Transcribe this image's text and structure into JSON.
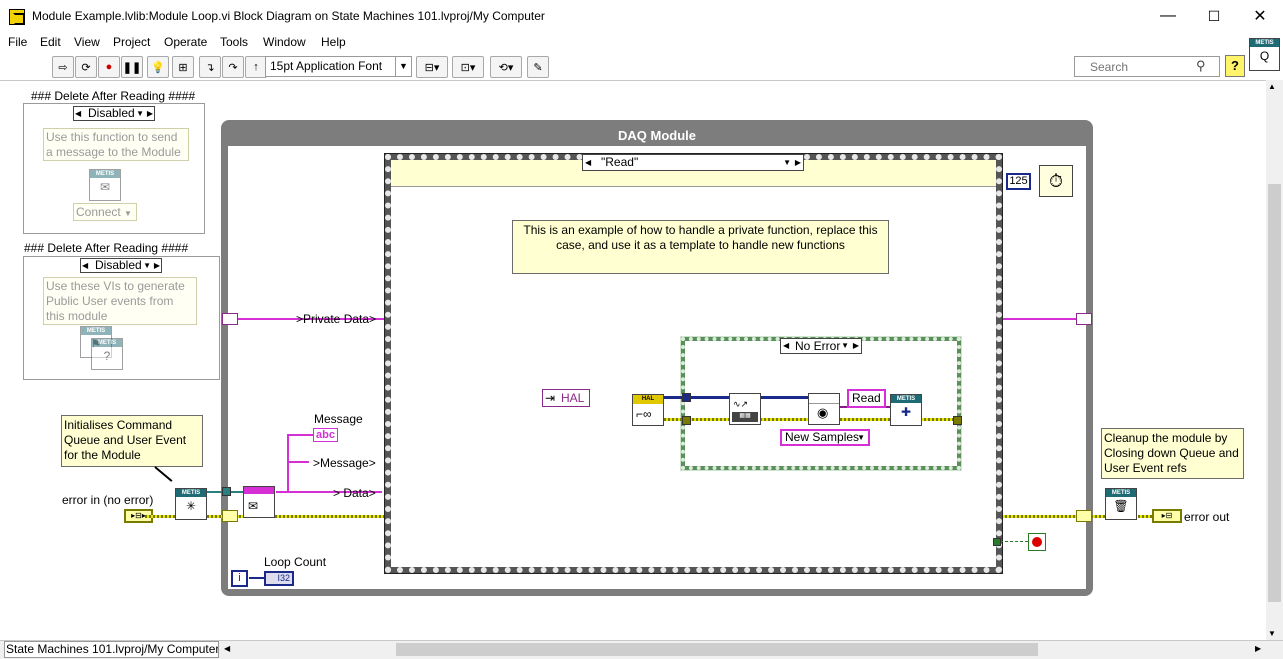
{
  "window": {
    "title": "Module Example.lvlib:Module Loop.vi Block Diagram on State Machines 101.lvproj/My Computer",
    "minimize": "—",
    "maximize": "☐",
    "close": "✕"
  },
  "menu": [
    "File",
    "Edit",
    "View",
    "Project",
    "Operate",
    "Tools",
    "Window",
    "Help"
  ],
  "toolbar": {
    "font": "15pt Application Font",
    "search_placeholder": "Search",
    "help": "?"
  },
  "metis_header": "METIS",
  "diagram": {
    "note1": {
      "heading": "### Delete After Reading ####",
      "ring": "Disabled",
      "text": "Use this function to send a message to the Module",
      "ring2": "Connect"
    },
    "note2": {
      "heading": "### Delete After Reading ####",
      "ring": "Disabled",
      "text": "Use these VIs to generate Public User events from this module"
    },
    "init_comment": "Initialises Command Queue and User Event for the Module",
    "error_in": "error in (no error)",
    "message_label": "Message",
    "message_const": "abc",
    "message_term": ">Message>",
    "data_term": "> Data>",
    "private_data_term": ">Private Data>",
    "loop_title": "DAQ Module",
    "case_value": "\"Read\"",
    "case_comment": "This is an example of how to handle a private function, replace this case, and use it as a template to handle new functions",
    "iteration_const": "125",
    "hal_label": "HAL",
    "hal_node_header": "HAL",
    "error_case": "No Error",
    "read_const": "Read",
    "new_samples": "New Samples",
    "cleanup_comment": "Cleanup the module by Closing down Queue and User Event refs",
    "error_out": "error out",
    "loop_count": "Loop Count",
    "loop_i": "i",
    "i32": "I32"
  },
  "status_bar": {
    "path": "State Machines 101.lvproj/My Computer"
  }
}
